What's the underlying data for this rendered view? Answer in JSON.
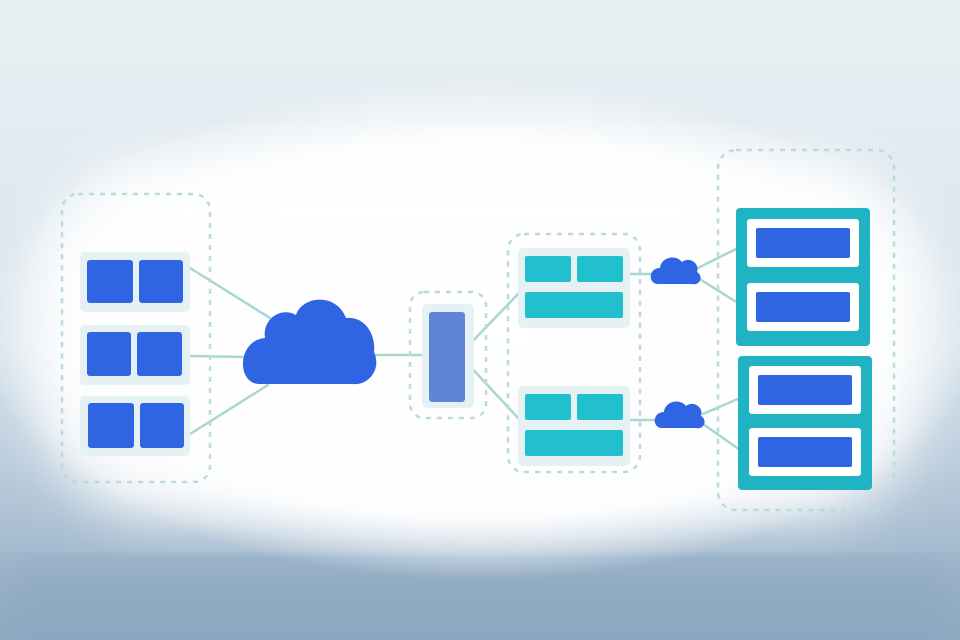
{
  "colors": {
    "sky_top": "#e9f0f4",
    "sky_bottom": "#8ea9c2",
    "glow": "#ffffff",
    "dash": "#b9dcd8",
    "connector": "#a9d6d2",
    "tile_bg": "#e6f1f4",
    "client_blue": "#2f64e3",
    "lb_blue": "#5f85d9",
    "teal": "#22c0cf",
    "teal_dark": "#1fb3c3",
    "db_panel": "#ffffff"
  },
  "diagram": {
    "clients": {
      "count": 3,
      "cells_per_client": 2
    },
    "internet_cloud": "cloud-icon",
    "load_balancer": "server-icon",
    "app_servers": {
      "count": 2,
      "icon": "server-icon"
    },
    "links": {
      "count": 2,
      "icon": "cloud-icon"
    },
    "databases": {
      "count": 2,
      "tiers_per_database": 2,
      "icon": "database-icon"
    }
  }
}
